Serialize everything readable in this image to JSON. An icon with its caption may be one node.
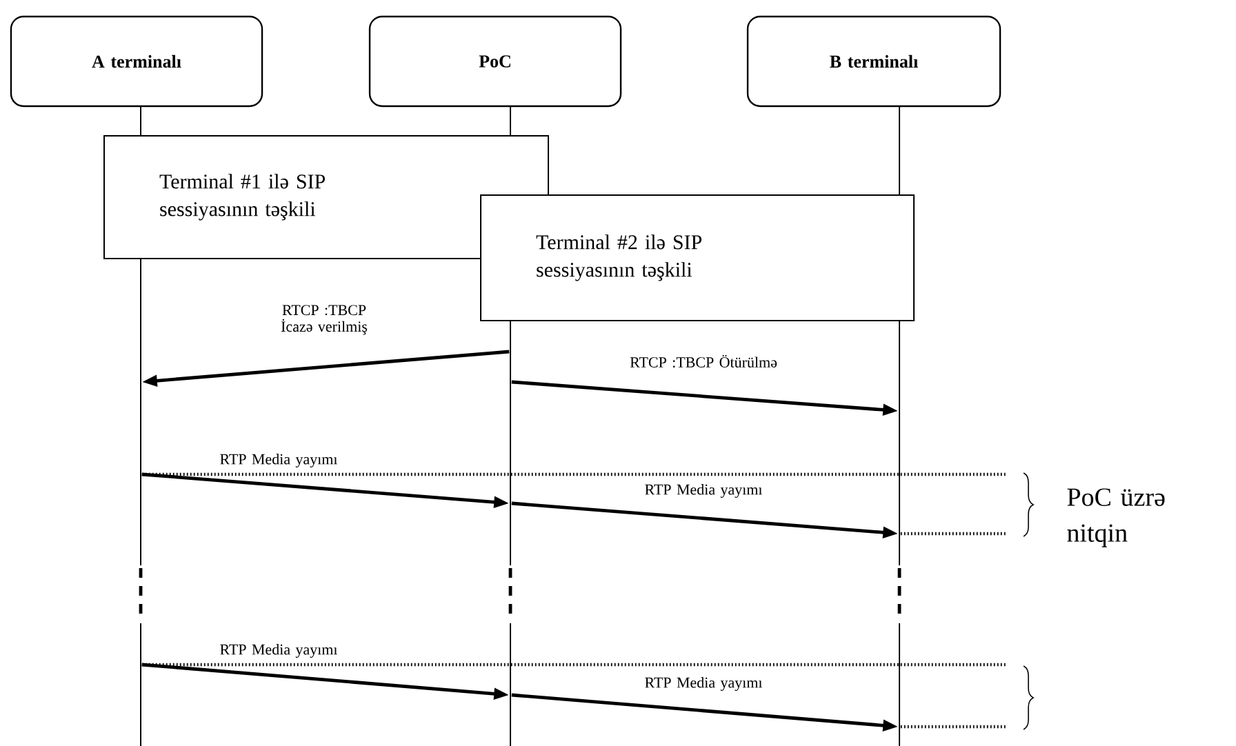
{
  "diagram": {
    "nodes": [
      {
        "text": [
          "A terminalı"
        ]
      },
      {
        "text": [
          "PoC"
        ]
      },
      {
        "text": [
          "B terminalı"
        ]
      },
      {
        "text": [
          "Terminal #1 ilə SIP sessiyasının təşkili"
        ]
      },
      {
        "text": [
          "Terminal #2 ilə SIP sessiyasının təşkili"
        ]
      },
      {
        "text": [],
        "shape": "bar"
      },
      {
        "text": [],
        "shape": "bar"
      },
      {
        "text": [],
        "shape": "bar"
      }
    ],
    "edges": [
      {
        "from": 6,
        "to": 5,
        "arrow": "to",
        "label": "RTCP :TBCP İcazə verilmiş"
      },
      {
        "from": 6,
        "to": 7,
        "arrow": "to",
        "label": "RTCP :TBCP  Ötürülmə"
      },
      {
        "from": 5,
        "to": null,
        "arrow": "none",
        "label": "RTP Media yayımı",
        "style": "dashed"
      },
      {
        "from": 5,
        "to": 6,
        "arrow": "to"
      },
      {
        "from": 6,
        "to": 7,
        "arrow": "to",
        "label": "RTP Media yayımı"
      },
      {
        "from": 7,
        "to": null,
        "arrow": "none",
        "style": "dashed"
      },
      {
        "from": 5,
        "to": null,
        "arrow": "none",
        "label": "RTP Media yayımı",
        "style": "dashed"
      },
      {
        "from": 5,
        "to": 6,
        "arrow": "to"
      },
      {
        "from": 6,
        "to": 7,
        "arrow": "to",
        "label": "RTP Media yayımı"
      },
      {
        "from": 7,
        "to": null,
        "arrow": "none",
        "style": "dashed"
      }
    ],
    "labels": [
      "PoC üzrə nitqin"
    ]
  }
}
